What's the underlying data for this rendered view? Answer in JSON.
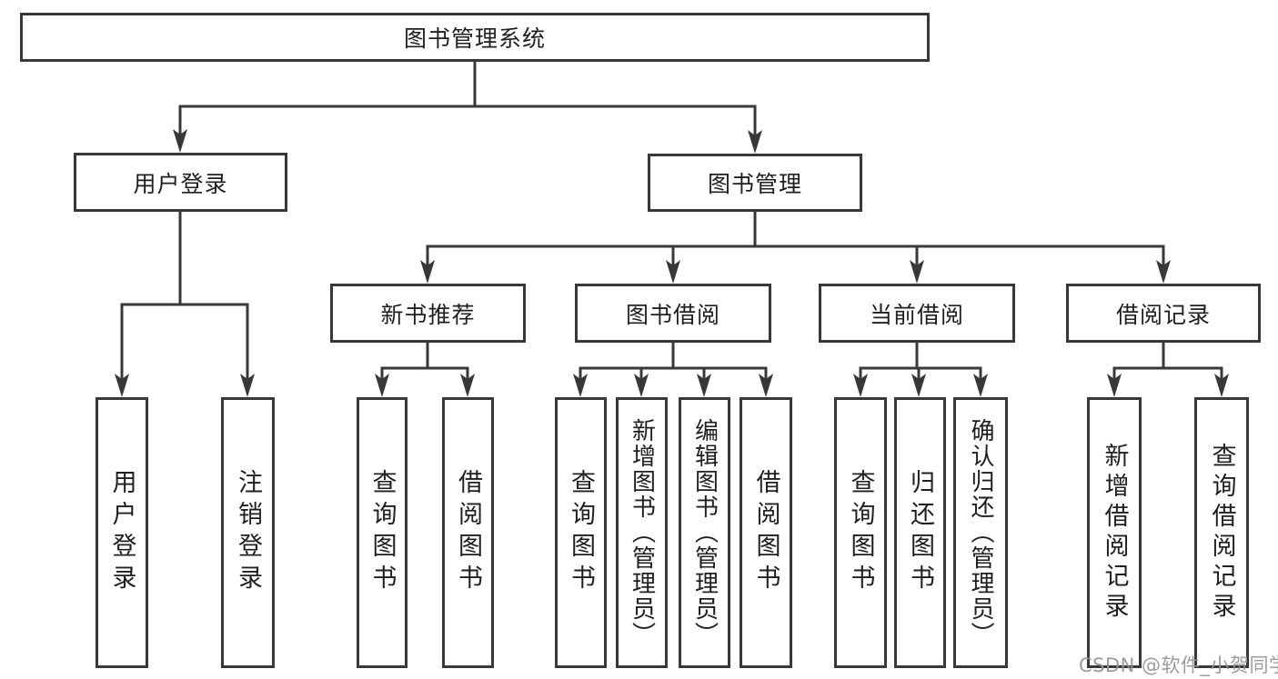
{
  "colors": {
    "line": "#383838",
    "box_border": "#383838",
    "text": "#1f1f1f",
    "background": "#ffffff",
    "watermark": "#949494"
  },
  "diagram": {
    "nodes": {
      "root": "图书管理系统",
      "user_login": "用户登录",
      "book_mgmt": "图书管理",
      "new_book_rec": "新书推荐",
      "book_borrow": "图书借阅",
      "current_borrow": "当前借阅",
      "borrow_record": "借阅记录",
      "leaf_user_login": "用户登录",
      "leaf_logout": "注销登录",
      "leaf_query_book_1": "查询图书",
      "leaf_borrow_book_1": "借阅图书",
      "leaf_query_book_2": "查询图书",
      "leaf_add_book": "新增图书（管理员）",
      "leaf_edit_book": "编辑图书（管理员）",
      "leaf_borrow_book_2": "借阅图书",
      "leaf_query_book_3": "查询图书",
      "leaf_return_book": "归还图书",
      "leaf_confirm_return": "确认归还（管理员）",
      "leaf_add_record": "新增借阅记录",
      "leaf_query_record": "查询借阅记录"
    }
  },
  "watermark": {
    "text": "CSDN @软件_小贺同学"
  }
}
